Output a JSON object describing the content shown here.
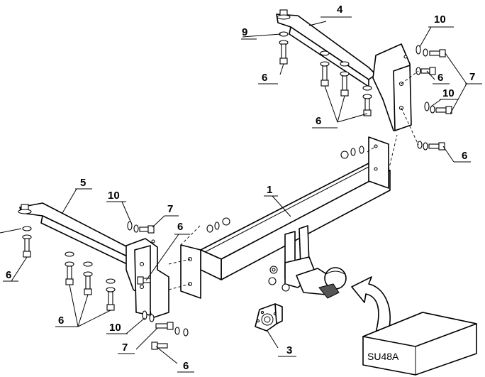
{
  "diagram": {
    "callouts": {
      "c1": "1",
      "c3": "3",
      "c4": "4",
      "c5": "5",
      "c6a": "6",
      "c6b": "6",
      "c6c": "6",
      "c6d": "6",
      "c6e": "6",
      "c6f": "6",
      "c6g": "6",
      "c6h": "6",
      "c7a": "7",
      "c7b": "7",
      "c7c": "7",
      "c9": "9",
      "c10a": "10",
      "c10b": "10",
      "c10c": "10",
      "c10d": "10"
    },
    "model_box": "SU48A"
  }
}
